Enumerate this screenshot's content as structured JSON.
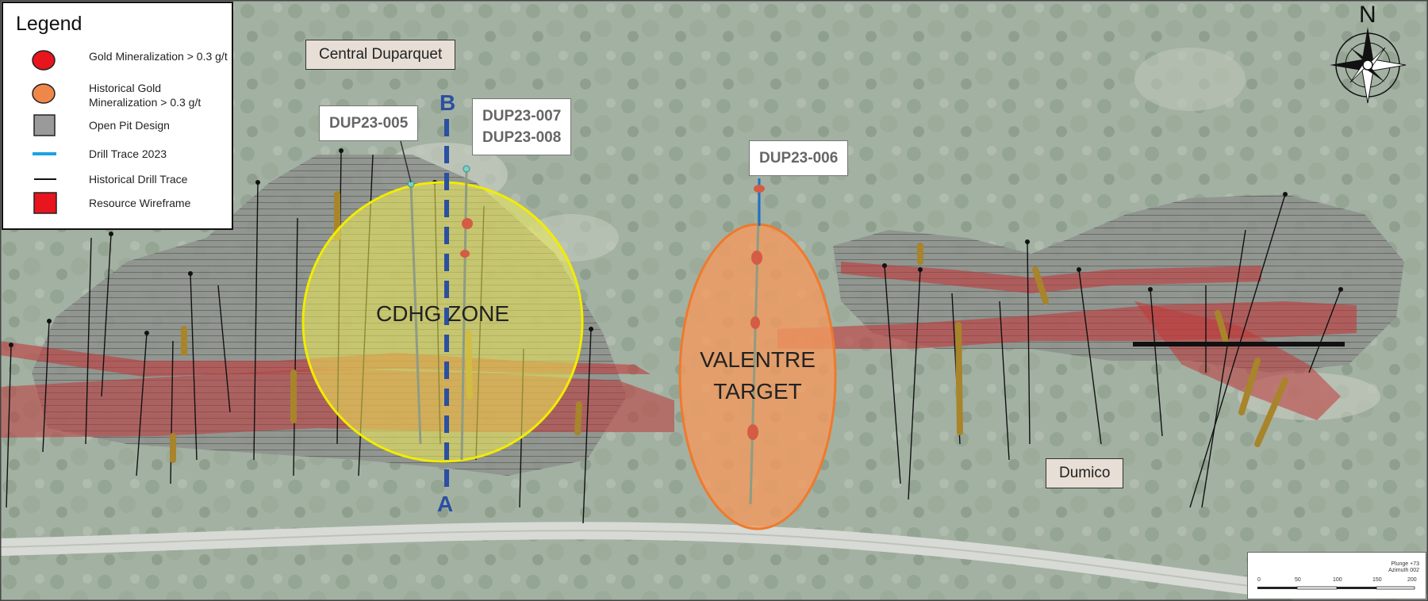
{
  "legend": {
    "title": "Legend",
    "items": [
      {
        "label": "Gold Mineralization > 0.3 g/t",
        "icon": "red-circle-icon",
        "color": "#e8141e"
      },
      {
        "label": "Historical Gold Mineralization > 0.3 g/t",
        "icon": "orange-circle-icon",
        "color": "#f0874a"
      },
      {
        "label": "Open Pit Design",
        "icon": "gray-square-icon",
        "color": "#9a9a9a"
      },
      {
        "label": "Drill Trace 2023",
        "icon": "blue-line-icon",
        "color": "#1aa3e0"
      },
      {
        "label": "Historical Drill Trace",
        "icon": "black-line-icon",
        "color": "#111111"
      },
      {
        "label": "Resource Wireframe",
        "icon": "red-square-icon",
        "color": "#e8141e"
      }
    ]
  },
  "callouts": {
    "central": "Central Duparquet",
    "dup005": "DUP23-005",
    "dup007": "DUP23-007",
    "dup008": "DUP23-008",
    "dup006": "DUP23-006",
    "dumico": "Dumico"
  },
  "zones": {
    "cdhg": "CDHG ZONE",
    "valentre_line1": "VALENTRE",
    "valentre_line2": "TARGET",
    "cdhg_color": "#f2ec55",
    "valentre_color": "#f39a5e"
  },
  "section": {
    "top": "B",
    "bottom": "A",
    "color": "#2b4fa1"
  },
  "north": {
    "label": "N"
  },
  "scale": {
    "line1": "Plunge +73",
    "line2": "Azimuth 002",
    "ticks": [
      "0",
      "50",
      "100",
      "150",
      "200"
    ]
  }
}
